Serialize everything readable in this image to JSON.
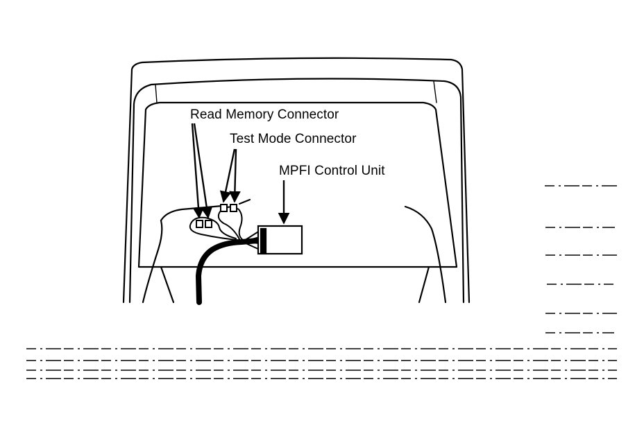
{
  "diagram": {
    "labels": {
      "read_memory_connector": "Read Memory Connector",
      "test_mode_connector": "Test Mode Connector",
      "mpfi_control_unit": "MPFI Control Unit"
    },
    "colors": {
      "line": "#000000",
      "background": "#ffffff"
    }
  }
}
